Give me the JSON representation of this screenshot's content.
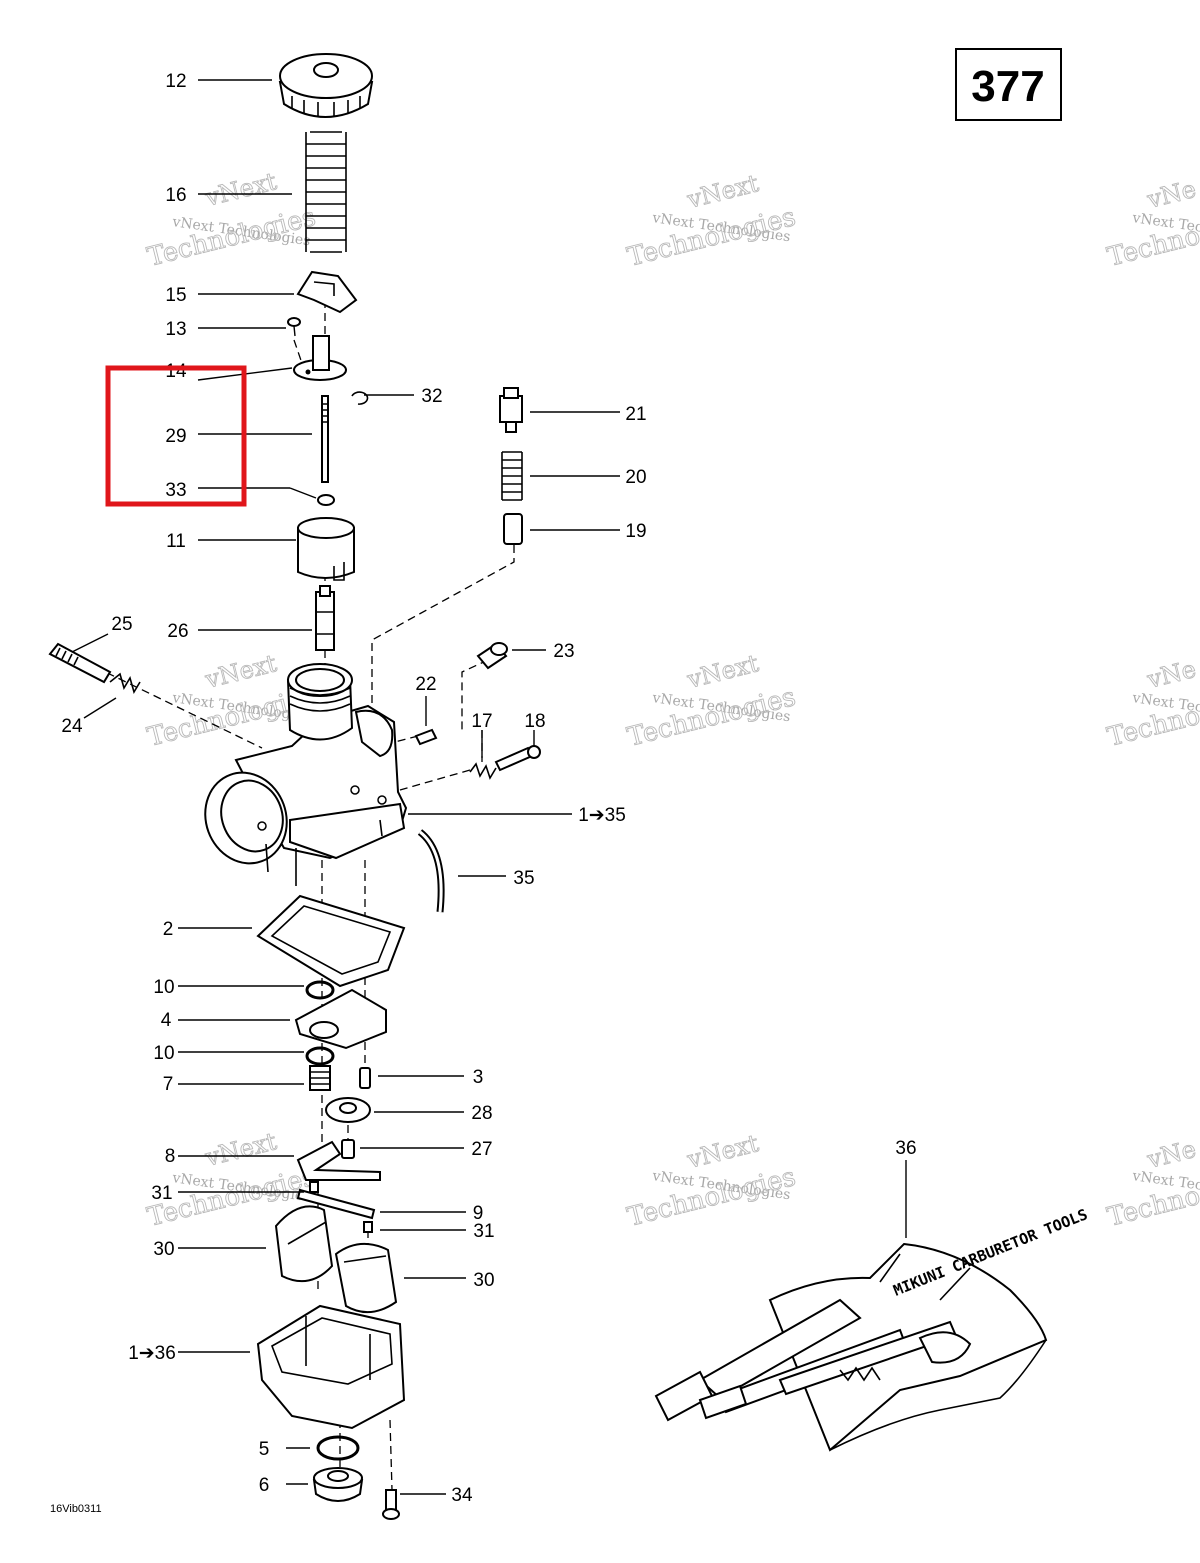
{
  "page_number": "377",
  "drawing_code": "16Vib0311",
  "watermark": {
    "line1": "vNext",
    "line2": "vNext Technologies",
    "line3": "Technologies",
    "partial_line2": "vNext Tec",
    "partial_line1": "vNe",
    "partial_line3": "Techno"
  },
  "callouts": {
    "c12": "12",
    "c16": "16",
    "c15": "15",
    "c13": "13",
    "c14": "14",
    "c32": "32",
    "c29": "29",
    "c33": "33",
    "c11": "11",
    "c26": "26",
    "c25": "25",
    "c24": "24",
    "c21": "21",
    "c20": "20",
    "c19": "19",
    "c23": "23",
    "c22": "22",
    "c17": "17",
    "c18": "18",
    "c1_35": "1➔35",
    "c35": "35",
    "c2": "2",
    "c10a": "10",
    "c4": "4",
    "c10b": "10",
    "c7": "7",
    "c3": "3",
    "c28": "28",
    "c8": "8",
    "c27": "27",
    "c31a": "31",
    "c9": "9",
    "c31b": "31",
    "c30a": "30",
    "c30b": "30",
    "c1_36": "1➔36",
    "c5": "5",
    "c6": "6",
    "c34": "34",
    "c36": "36"
  },
  "toolkit_label": "MIKUNI CARBURETOR TOOLS",
  "highlight_color": "#e0161b"
}
